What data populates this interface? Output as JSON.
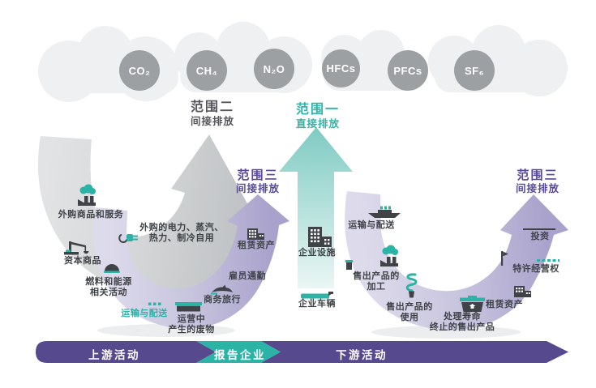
{
  "colors": {
    "teal_accent": "#2BB3A6",
    "purple_accent": "#57489B",
    "bar_purple": "#57498D",
    "dark_text": "#3F4347",
    "scope2_text": "#55565C",
    "gas_circle_gray": "#9DA0A3",
    "cloud_gray": "#EFF0F2",
    "scope2_arrow_gray": "#C2C5C7",
    "scope3_arrow_purple": "#A9A2CC",
    "scope1_arrow_teal": "#7FCBC3"
  },
  "gases": [
    "CO₂",
    "CH₄",
    "N₂O",
    "HFCs",
    "PFCs",
    "SF₆"
  ],
  "scopes": {
    "scope2": {
      "title": "范围二",
      "subtitle": "间接排放"
    },
    "scope1": {
      "title": "范围一",
      "subtitle": "直接排放"
    },
    "scope3_upstream": {
      "title": "范围三",
      "subtitle": "间接排放"
    },
    "scope3_downstream": {
      "title": "范围三",
      "subtitle": "间接排放"
    }
  },
  "upstream": {
    "purchased_goods": {
      "label": "外购商品和服务",
      "icon": "factory-smoke-icon"
    },
    "purchased_energy": {
      "line1": "外购的电力、蒸汽、",
      "line2": "热力、制冷自用",
      "icon": "power-plug-icon"
    },
    "capital_goods": {
      "label": "资本商品",
      "icon": "crane-icon"
    },
    "fuel_energy": {
      "line1": "燃料和能源",
      "line2": "相关活动",
      "icon": "coal-mound-icon"
    },
    "transport": {
      "label": "运输与配送",
      "icon": "truck-dots-icon"
    },
    "waste": {
      "line1": "运营中",
      "line2": "产生的废物",
      "icon": "waste-container-icon"
    },
    "business_travel": {
      "label": "商务旅行",
      "icon": "airplane-icon"
    },
    "employee_commuting": {
      "label": "雇员通勤"
    },
    "leased_assets": {
      "label": "租赁资产",
      "icon": "building-icon"
    }
  },
  "reporting": {
    "facilities": {
      "label": "企业设施",
      "icon": "office-building-icon"
    },
    "vehicles": {
      "label": "企业车辆",
      "icon": "vehicle-icon"
    }
  },
  "downstream": {
    "transport": {
      "label": "运输与配送",
      "icon": "ship-icon"
    },
    "processing": {
      "line1": "售出产品的",
      "line2": "加工",
      "icon": "factory-smoke-icon"
    },
    "use": {
      "line1": "售出产品的",
      "line2": "使用",
      "icon": "cfl-bulb-icon"
    },
    "end_of_life": {
      "line1": "处理寿命",
      "line2": "终止的售出产品",
      "icon": "recycle-bin-icon"
    },
    "leased_assets": {
      "label": "租赁资产",
      "icon": "building-icon"
    },
    "franchises": {
      "label": "特许经营权",
      "icon": "flag-icon"
    },
    "investments": {
      "label": "投资",
      "icon": "investment-line-icon"
    }
  },
  "bottom_bar": {
    "upstream": "上游活动",
    "reporting": "报告企业",
    "downstream": "下游活动"
  }
}
